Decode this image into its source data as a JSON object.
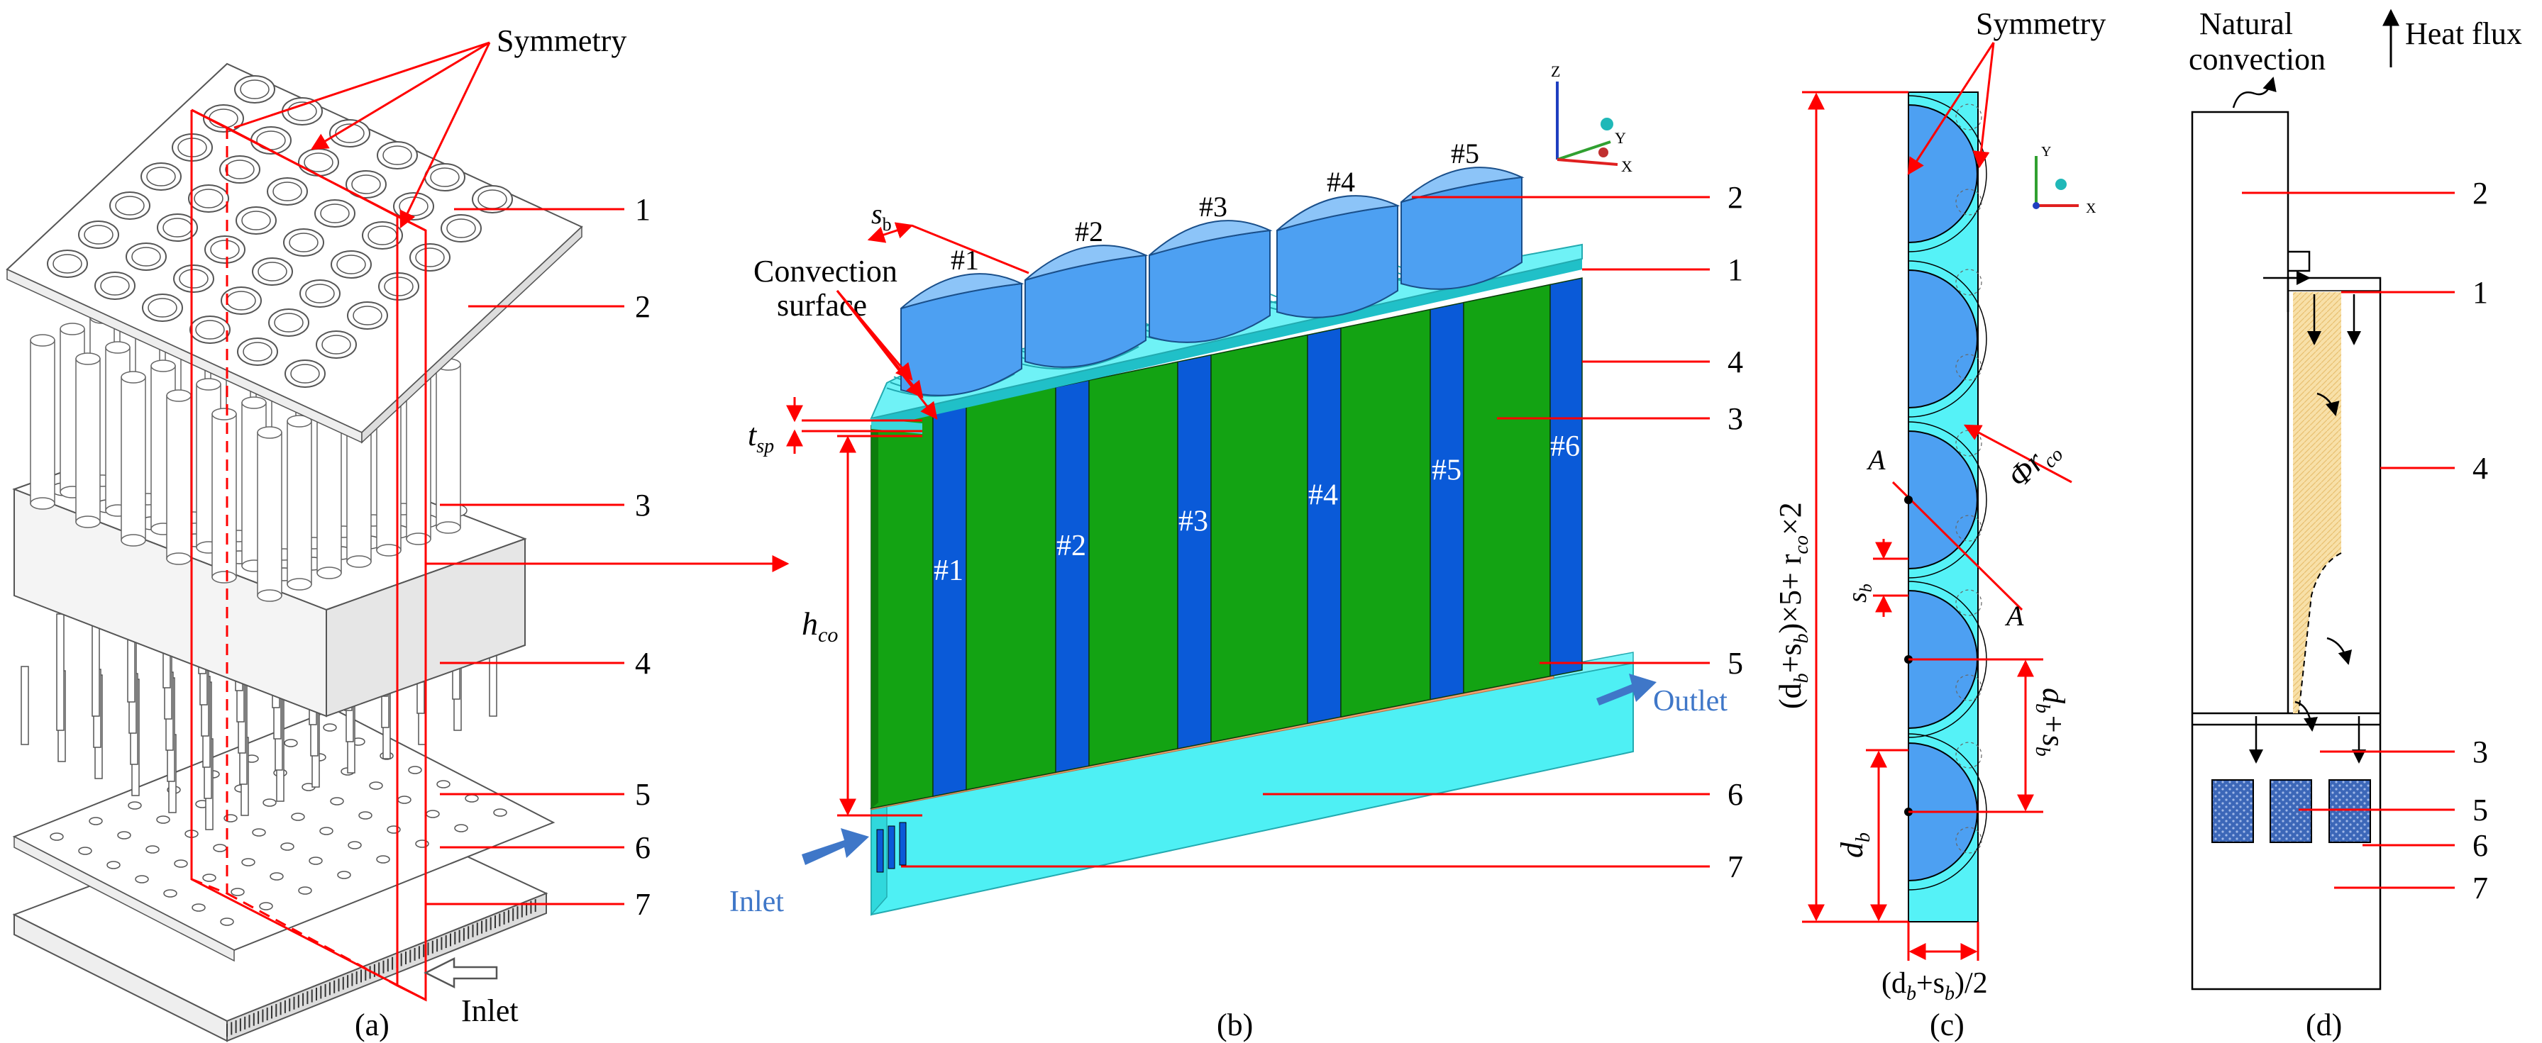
{
  "panels": {
    "a": {
      "caption": "(a)",
      "symmetry": "Symmetry",
      "inlet": "Inlet",
      "callouts": [
        "1",
        "2",
        "3",
        "4",
        "5",
        "6",
        "7"
      ]
    },
    "b": {
      "caption": "(b)",
      "convection_line1": "Convection",
      "convection_line2": "surface",
      "top_labels": [
        "#1",
        "#2",
        "#3",
        "#4",
        "#5"
      ],
      "channel_labels": [
        "#1",
        "#2",
        "#3",
        "#4",
        "#5",
        "#6"
      ],
      "s_b": "s",
      "s_b_sub": "b",
      "t_sp": "t",
      "t_sp_sub": "sp",
      "h_co": "h",
      "h_co_sub": "co",
      "outlet": "Outlet",
      "inlet": "Inlet",
      "callouts": [
        "2",
        "1",
        "4",
        "3",
        "5",
        "6",
        "7"
      ],
      "axes": {
        "z": "Z",
        "y": "Y",
        "x": "X"
      }
    },
    "c": {
      "caption": "(c)",
      "symmetry": "Symmetry",
      "phi": "Φr",
      "phi_sub": "co",
      "section_a": "A",
      "section_a2": "A",
      "s_b": "s",
      "s_b_sub": "b",
      "d_b": "d",
      "d_b_sub": "b",
      "d_s": "d",
      "d_s_sub1": "b",
      "d_s_mid": "+s",
      "d_s_sub2": "b",
      "vertical_dim": "(d",
      "vertical_sub1": "b",
      "vertical_mid": "+s",
      "vertical_sub2": "b",
      "vertical_tail": ")×5+ r",
      "vertical_sub3": "co",
      "vertical_end": "×2",
      "bottom_dim": "(d",
      "bottom_sub1": "b",
      "bottom_mid": "+s",
      "bottom_sub2": "b",
      "bottom_end": ")/2",
      "axes": {
        "y": "Y",
        "x": "X"
      }
    },
    "d": {
      "caption": "(d)",
      "natural_line1": "Natural",
      "natural_line2": "convection",
      "heat_flux": "Heat flux",
      "callouts": [
        "2",
        "1",
        "4",
        "3",
        "5",
        "6",
        "7"
      ]
    }
  },
  "colors": {
    "red": "#ff0000",
    "cyan": "#55f2f7",
    "green": "#13a313",
    "blue": "#0a5ad8",
    "battery": "#4da0f2",
    "copper": "#f0a070",
    "pcm": "#f8e0a8",
    "arrow_blue": "#3f77c8"
  }
}
